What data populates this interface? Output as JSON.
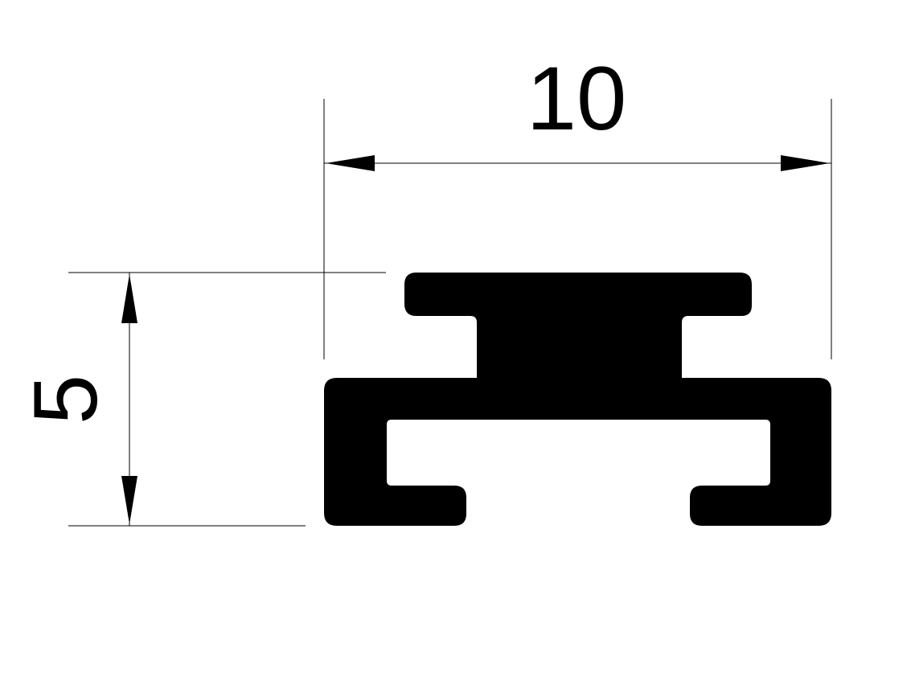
{
  "drawing": {
    "width_dimension": {
      "label": "10",
      "value": 10
    },
    "height_dimension": {
      "label": "5",
      "value": 5
    },
    "colors": {
      "line": "#000000",
      "fill": "#000000",
      "background": "#ffffff"
    }
  }
}
